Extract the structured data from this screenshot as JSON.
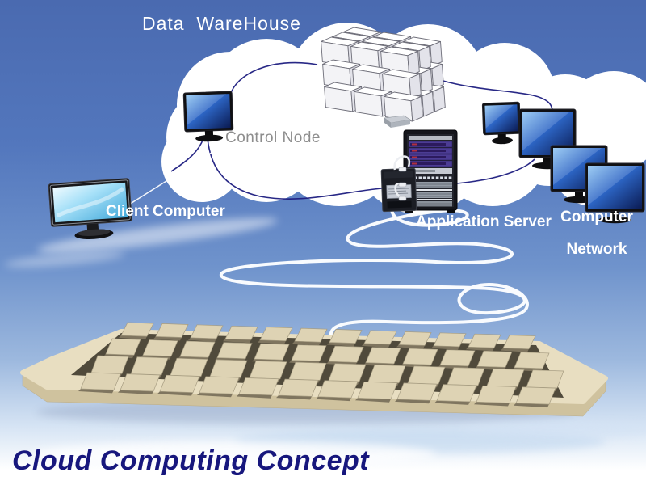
{
  "title": {
    "text": "Cloud Computing Concept"
  },
  "labels": {
    "data_warehouse": "Data  WareHouse",
    "control_node": "Control Node",
    "client_computer": "Client Computer",
    "application_server": "Application Server",
    "computer_network_line1": "Computer",
    "computer_network_line2": "Network"
  },
  "colors": {
    "sky_top": "#4a6ab0",
    "cloud_white": "#ffffff",
    "title_navy": "#17177d",
    "label_white": "#ffffff",
    "label_gray": "#8d8d8d",
    "connector_navy": "#1c1c80",
    "cable_white": "#fdfeff",
    "keyboard_beige": "#e8dec1",
    "keyboard_side_beige": "#cfc29e",
    "key_beige": "#ded3b4",
    "key_well_dark": "#504a3b",
    "monitor_black": "#101013",
    "screen_deep_blue": "#0a1a52",
    "screen_mid_blue": "#2d66c6",
    "screen_light_cyan": "#a6e0f8",
    "server_rack_black": "#15151b",
    "server_purple": "#4c3c94"
  }
}
